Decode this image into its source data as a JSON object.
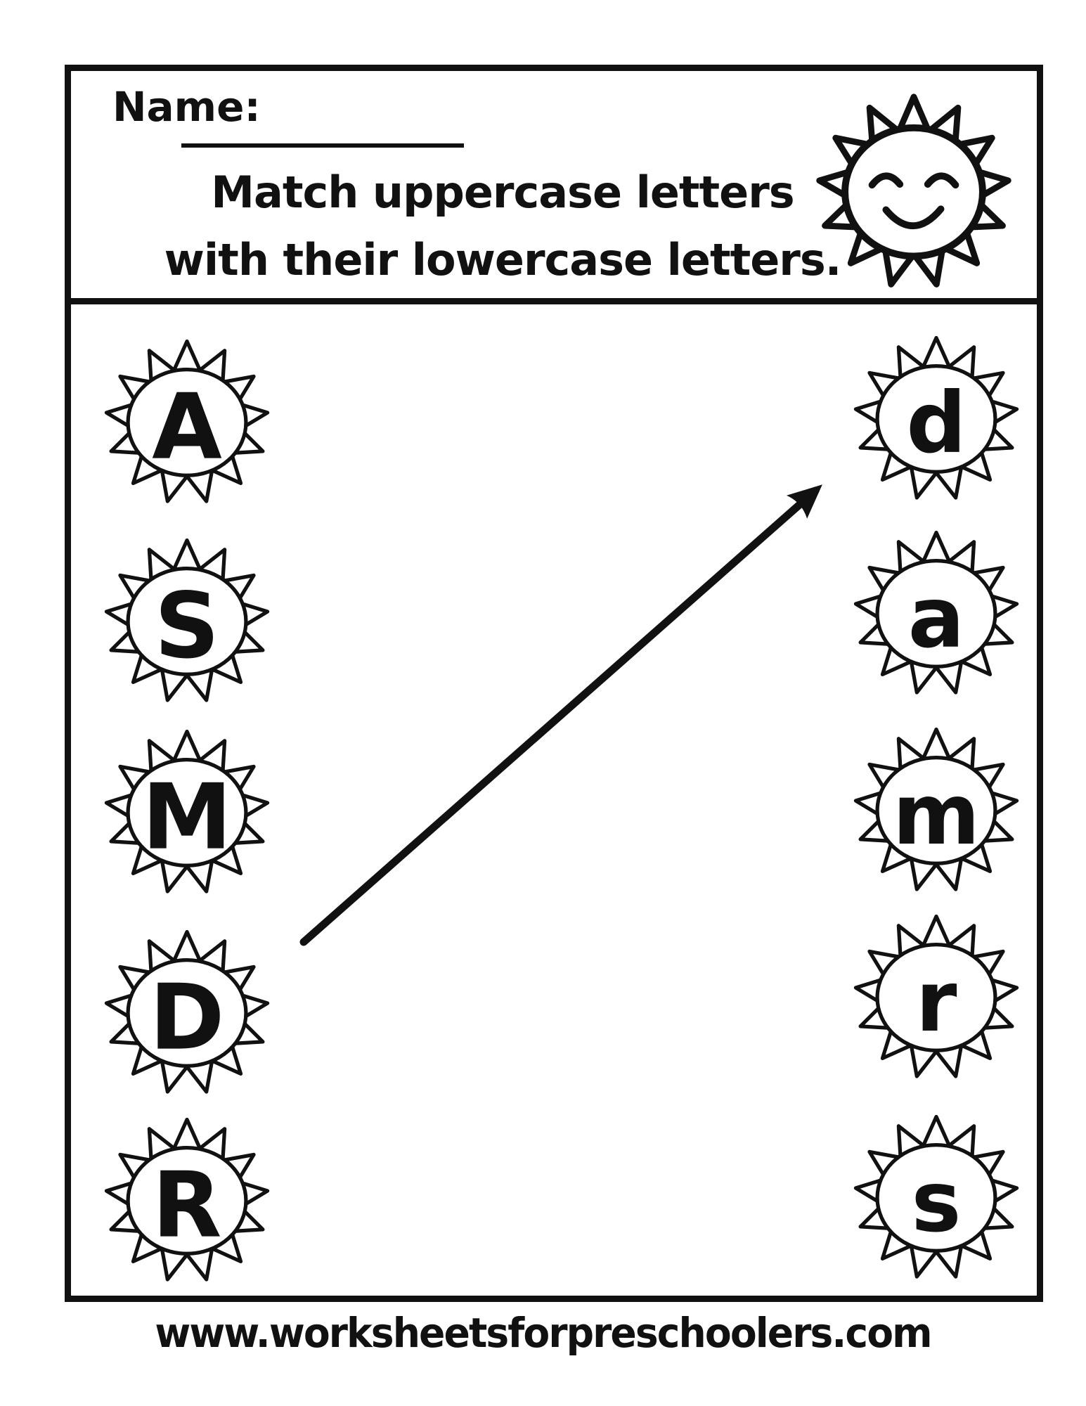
{
  "header": {
    "name_label": "Name:",
    "title_line1": "Match uppercase letters",
    "title_line2": "with their lowercase letters.",
    "decoration": "smiling-sun"
  },
  "matching": {
    "uppercase_letters": [
      "A",
      "S",
      "M",
      "D",
      "R"
    ],
    "lowercase_letters": [
      "d",
      "a",
      "m",
      "r",
      "s"
    ],
    "example_connection": {
      "from_uppercase": "D",
      "to_lowercase": "d"
    }
  },
  "footer": {
    "website": "www.worksheetsforpreschoolers.com"
  },
  "colors": {
    "ink": "#111111",
    "paper": "#ffffff"
  }
}
